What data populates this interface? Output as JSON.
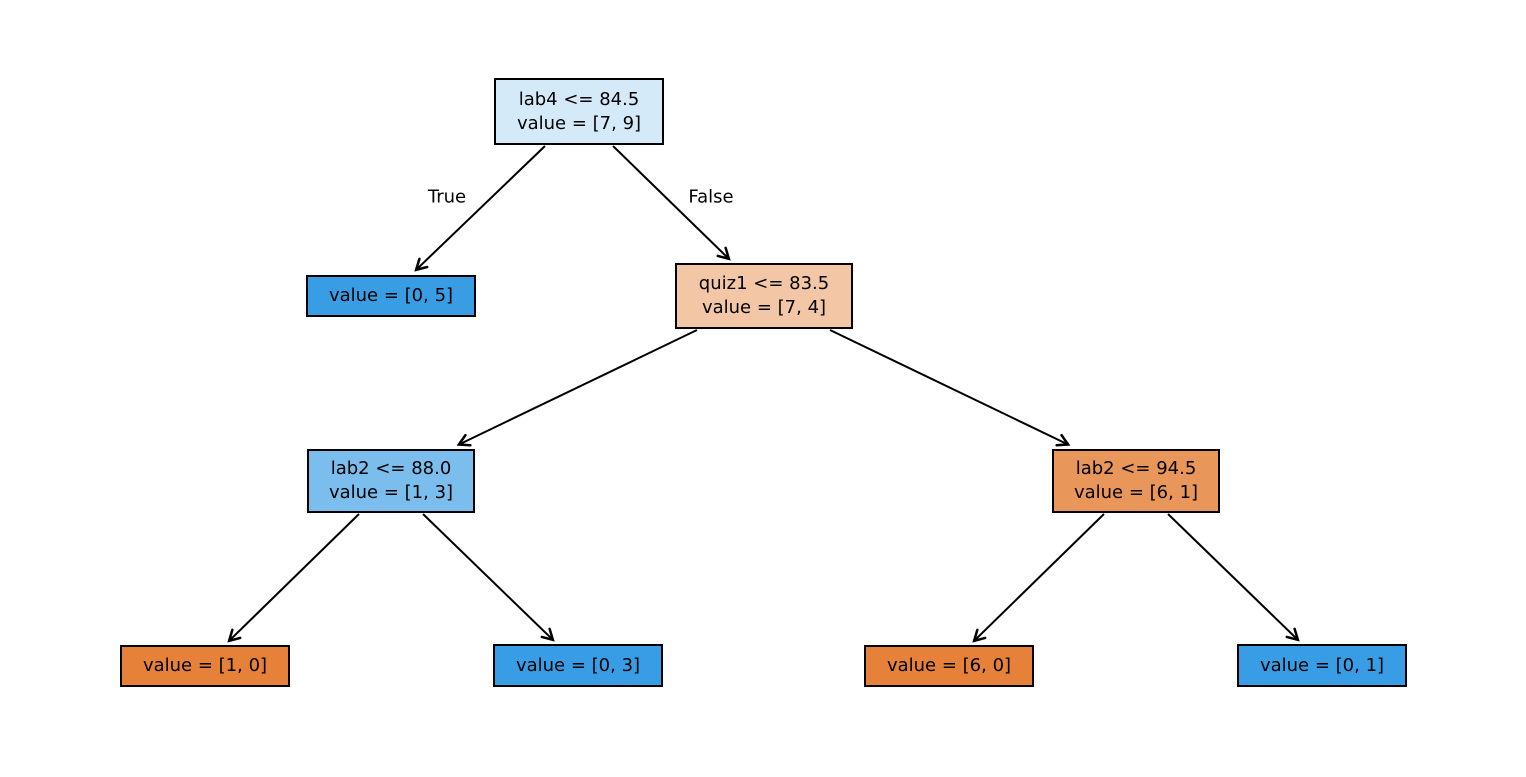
{
  "diagram": {
    "type": "decision-tree",
    "description": "Binary decision tree plot with split conditions and class value counts"
  },
  "edge_labels": {
    "true": "True",
    "false": "False"
  },
  "nodes": {
    "root": {
      "condition": "lab4 <= 84.5",
      "value": "value = [7, 9]",
      "color": "#d5eaf8"
    },
    "leaf_0_5": {
      "value": "value = [0, 5]",
      "color": "#399de5"
    },
    "quiz1": {
      "condition": "quiz1 <= 83.5",
      "value": "value = [7, 4]",
      "color": "#f3c7a6"
    },
    "lab2_left": {
      "condition": "lab2 <= 88.0",
      "value": "value = [1, 3]",
      "color": "#7bbeee"
    },
    "lab2_right": {
      "condition": "lab2 <= 94.5",
      "value": "value = [6, 1]",
      "color": "#e9965a"
    },
    "leaf_1_0": {
      "value": "value = [1, 0]",
      "color": "#e58139"
    },
    "leaf_0_3": {
      "value": "value = [0, 3]",
      "color": "#399de5"
    },
    "leaf_6_0": {
      "value": "value = [6, 0]",
      "color": "#e58139"
    },
    "leaf_0_1": {
      "value": "value = [0, 1]",
      "color": "#399de5"
    }
  },
  "colors": {
    "class0_orange": "#e58139",
    "class1_blue": "#399de5",
    "edge_stroke": "#000000"
  }
}
